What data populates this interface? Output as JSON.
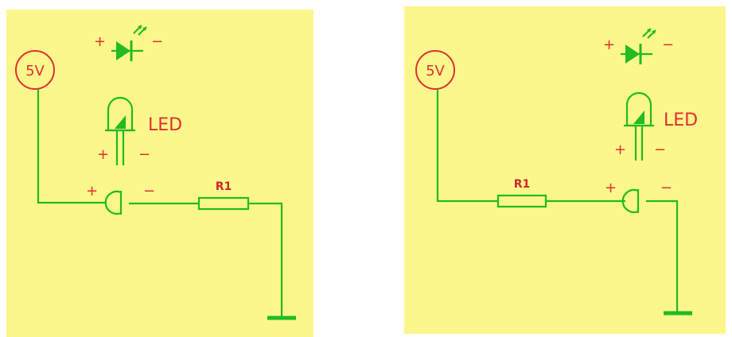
{
  "diagrams": [
    {
      "source_label": "5V",
      "led_label": "LED",
      "resistor_label": "R1",
      "plus": "+",
      "minus": "−"
    },
    {
      "source_label": "5V",
      "led_label": "LED",
      "resistor_label": "R1",
      "plus": "+",
      "minus": "−"
    }
  ],
  "colors": {
    "panel_background": "#fbf78c",
    "wire": "#22bb22",
    "labels": "#e03030"
  }
}
